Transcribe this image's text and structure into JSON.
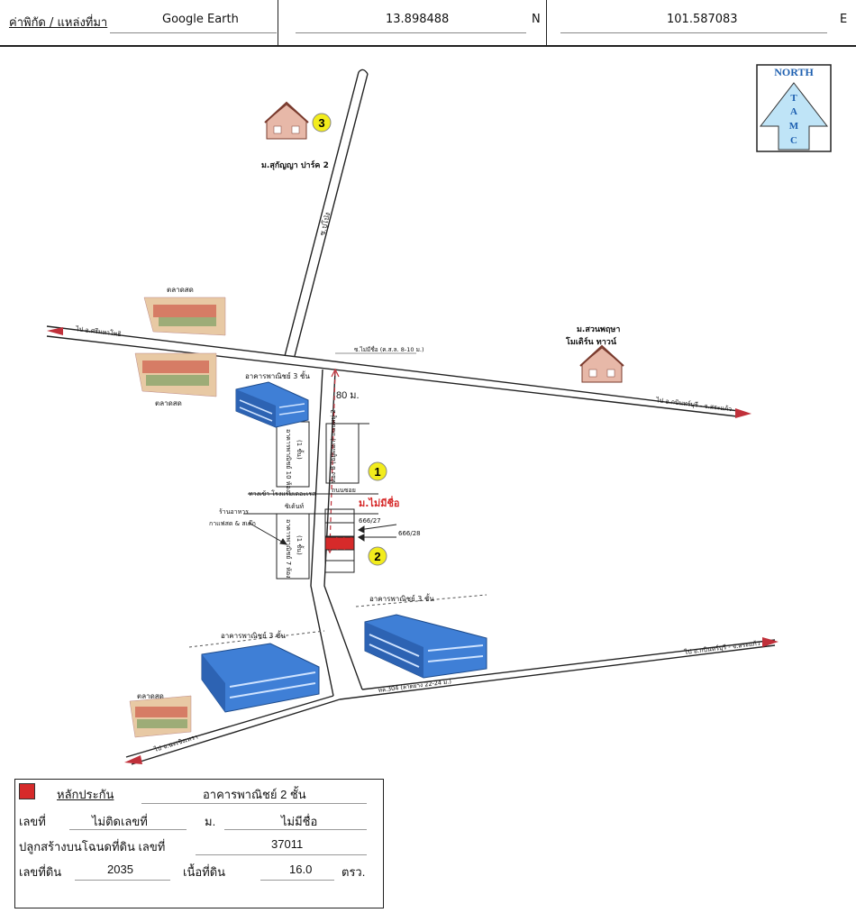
{
  "header": {
    "label": "ค่าพิกัด / แหล่งที่มา",
    "source": "Google Earth",
    "lat": "13.898488",
    "lat_dir": "N",
    "lon": "101.587083",
    "lon_dir": "E"
  },
  "compass": {
    "letters": [
      "NORTH",
      "T",
      "A",
      "M",
      "C"
    ]
  },
  "map_labels": {
    "village3": "ม.สุกัญญา ปาร์ค 2",
    "soi_vertical": "ซ.ปูโป่ง",
    "market_top": "ตลาดสด",
    "market_mid": "ตลาดสด",
    "market_bottom": "ตลาดสด",
    "road_left": "ไป อ.ศรีมหาโพธิ",
    "junction_note": "ซ.ไม่มีชื่อ (ค.ส.ล. 8-10 ม.)",
    "village_right_1": "ม.สวนพฤษา",
    "village_right_2": "โมเดิร์น ทาวน์",
    "road_right_top": "ไป อ.กบินทร์บุรี - จ.สระแก้ว",
    "shop3_top": "อาคารพาณิชย์ 3 ชั้น",
    "distance": "80 ม.",
    "shop10": "อาคารพาณิชย์ 10 ห้อง",
    "shop10_floors": "(1 ชั้น)",
    "row_houses": "ห้อง 8 (อยู่ผเอก) ถนนหมู่ 2",
    "lane_name": "ถนนซอย",
    "hotel_entry": "ทางเข้า โรงแรมเดอะเรส",
    "hotel_name": "ซิเด้นท์",
    "cafe_1": "ร้านอาหาร",
    "cafe_2": "กาแฟสด & สเต๊ก",
    "shop7": "อาคารพาณิชย์ 7 ห้อง",
    "shop7_floors": "(1 ชั้น)",
    "unnamed_village": "ม.ไม่มีชื่อ",
    "house_27": "666/27",
    "house_28": "666/28",
    "shop3_right": "อาคารพาณิชย์ 3 ชั้น",
    "shop3_left": "อาคารพาณิชย์ 3 ชั้น",
    "road_right_bottom": "ไป อ.กบินทร์บุรี - จ.สระแก้ว",
    "hw304": "ทล.304 (ลาดยาง 22-24 ม.)",
    "road_bottom_left": "ไป จ.ฉะเชิงเทรา",
    "marker1": "1",
    "marker2": "2",
    "marker3": "3"
  },
  "legend": {
    "collateral_label": "หลักประกัน",
    "collateral_type": "อาคารพาณิชย์ 2 ชั้น",
    "house_no_label": "เลขที่",
    "house_no_value": "ไม่ติดเลขที่",
    "moo_label": "ม.",
    "moo_value": "ไม่มีชื่อ",
    "deed_label": "ปลูกสร้างบนโฉนดที่ดิน เลขที่",
    "deed_value": "37011",
    "land_no_label": "เลขที่ดิน",
    "land_no_value": "2035",
    "area_label": "เนื้อที่ดิน",
    "area_value": "16.0",
    "area_unit": "ตรว.",
    "swatch_color": "#d62a2a"
  },
  "colors": {
    "road_arrow": "#c0303a",
    "marker": "#f2ec1c",
    "building": "#3f7fd6"
  }
}
